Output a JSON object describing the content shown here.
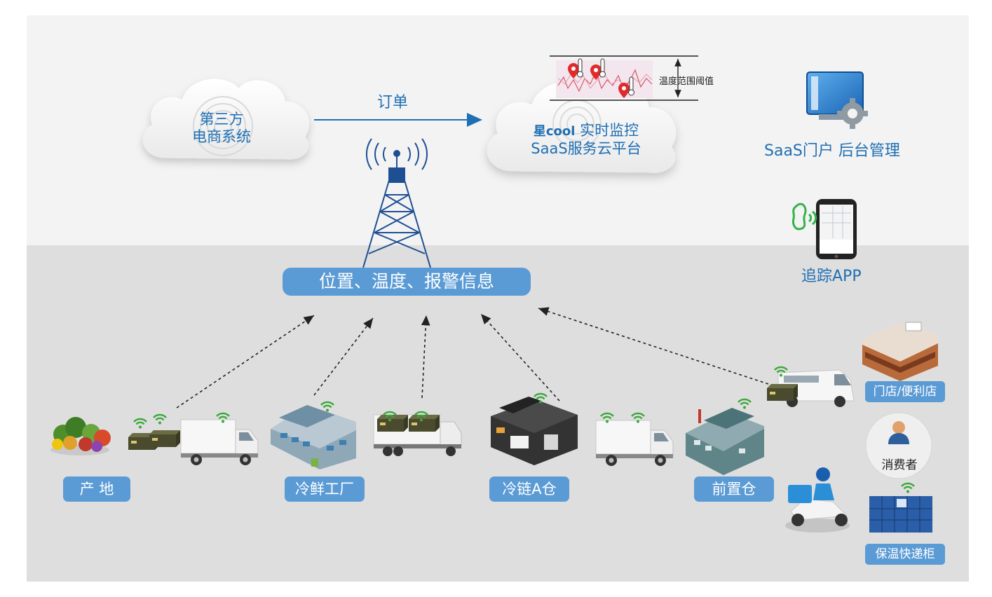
{
  "clouds": {
    "ecommerce": {
      "line1": "第三方",
      "line2": "电商系统"
    },
    "saas": {
      "brand": "星cool",
      "line1": "实时监控",
      "line2": "SaaS服务云平台"
    }
  },
  "order_label": "订单",
  "threshold_label": "温度范围阈值",
  "saas_portal_label": "SaaS门户 后台管理",
  "tracking_app_label": "追踪APP",
  "info_bar_label": "位置、温度、报警信息",
  "stages": {
    "origin": "产 地",
    "factory": "冷鲜工厂",
    "warehouse": "冷链A仓",
    "front_warehouse": "前置仓"
  },
  "endpoints": {
    "store": "门店/便利店",
    "consumer": "消费者",
    "locker": "保温快递柜"
  },
  "colors": {
    "accent_blue": "#1f6fb3",
    "label_bg": "#5b9bd5",
    "wifi_green": "#3aa83a",
    "alarm_red": "#e02b2b"
  }
}
